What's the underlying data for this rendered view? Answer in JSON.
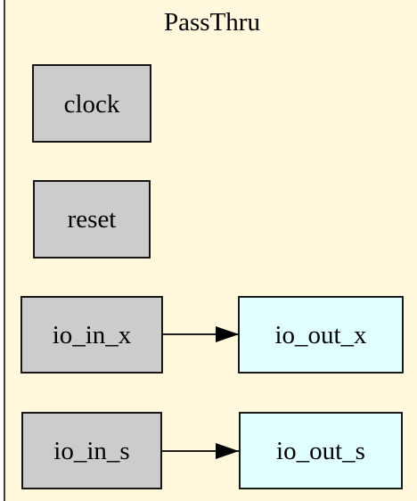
{
  "cluster": {
    "label": "PassThru",
    "fill": "#fff8dc",
    "stroke": "#000000"
  },
  "colors": {
    "input_fill": "#cccccc",
    "output_fill": "#e0ffff",
    "edge": "#000000"
  },
  "nodes": {
    "clock": {
      "label": "clock",
      "kind": "input"
    },
    "reset": {
      "label": "reset",
      "kind": "input"
    },
    "io_in_x": {
      "label": "io_in_x",
      "kind": "input"
    },
    "io_out_x": {
      "label": "io_out_x",
      "kind": "output"
    },
    "io_in_s": {
      "label": "io_in_s",
      "kind": "input"
    },
    "io_out_s": {
      "label": "io_out_s",
      "kind": "output"
    }
  },
  "edges": [
    {
      "from": "io_in_x",
      "to": "io_out_x"
    },
    {
      "from": "io_in_s",
      "to": "io_out_s"
    }
  ]
}
